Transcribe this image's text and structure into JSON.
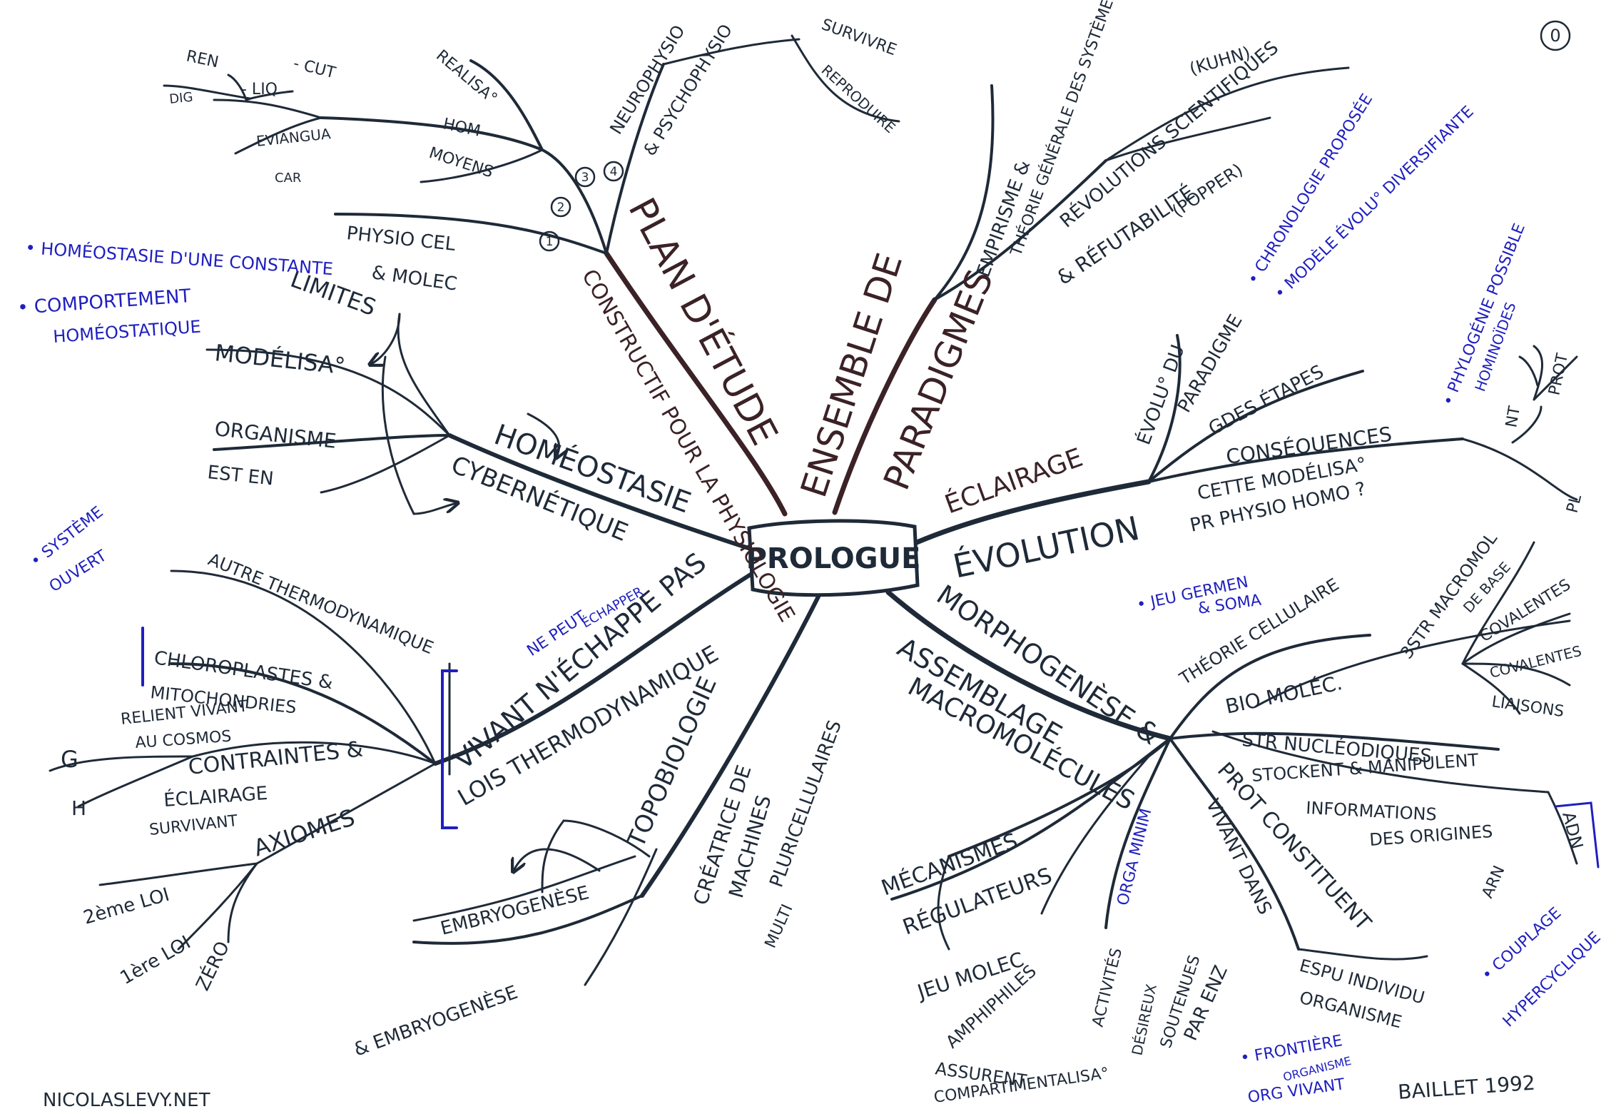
{
  "colors": {
    "ink": "#1f2a38",
    "brown": "#3b2226",
    "blue": "#1f1fbf"
  },
  "page_number": "0",
  "center": "PROLOGUE",
  "plan": {
    "title": "PLAN D'ÉTUDE",
    "subtitle": "CONSTRUCTIF POUR LA PHYSIOLOGIE",
    "markers": [
      "1",
      "2",
      "3",
      "4"
    ],
    "physio_cel": "PHYSIO CEL",
    "molec": "& MOLEC",
    "hom": "HOM",
    "moyens": "MOYENS",
    "eviangua": "EVIANGUA",
    "car": "CAR",
    "ren": "REN",
    "dig": "DIG",
    "liq": "- LIQ",
    "cut": "- CUT",
    "realisa": "REALISA°",
    "neurophysio": "NEUROPHYSIO",
    "psychophysio": "& PSYCHOPHYSIO",
    "survivre": "SURVIVRE",
    "reproduire": "REPRODUIRE"
  },
  "paradigmes": {
    "title_a": "ENSEMBLE DE",
    "title_b": "PARADIGMES",
    "empirisme": "EMPIRISME &",
    "theorie": "THÉORIE GÉNÉRALE DES SYSTÈMES",
    "kuhn": "(KUHN)",
    "revolutions": "RÉVOLUTIONS SCIENTIFIQUES",
    "refutabilite": "& RÉFUTABILITÉ",
    "popper": "(POPPER)"
  },
  "evolution": {
    "title": "ÉVOLUTION",
    "eclairage": "ÉCLAIRAGE",
    "evolution_du": "ÉVOLU° DU",
    "paradigme": "PARADIGME",
    "gdes_etapes": "GDES ÉTAPES",
    "consequences": "CONSÉQUENCES",
    "cette_modelisa": "CETTE MODÉLISA°",
    "pr_physio": "PR PHYSIO HOMO ?",
    "nt": "NT",
    "prot": "PROT",
    "pl": "PL"
  },
  "morpho": {
    "title_a": "MORPHOGENÈSE &",
    "title_b": "ASSEMBLAGE",
    "title_c": "MACROMOLÉCULES",
    "theorie_cellulaire": "THÉORIE CELLULAIRE",
    "bio_molec": "BIO MOLÉC.",
    "str_macromol": "3STR MACROMOL",
    "de_base": "DE BASE",
    "covalentes_1": "COVALENTES",
    "covalentes_2": "COVALENTES",
    "liaisons": "LIAISONS",
    "str_nucleo": "STR NUCLÉODIQUES",
    "stockent": "STOCKENT & MANIPULENT",
    "informations": "INFORMATIONS",
    "des_origines": "DES ORIGINES",
    "adn": "ADN",
    "arn": "ARN",
    "prot_constituent": "PROT CONSTITUENT",
    "vivant_dans": "VIVANT DANS",
    "espu_individu": "ESPU INDIVIDU",
    "organisme": "ORGANISME",
    "mecanismes": "MÉCANISMES",
    "regulateurs": "RÉGULATEURS",
    "jeu_molec": "JEU MOLEC",
    "amphiphiles": "AMPHIPHILES",
    "assurent": "ASSURENT",
    "compartiment": "COMPARTIMENTALISA°",
    "activites": "ACTIVITÉS",
    "orga_minim": "ORGA MINIM",
    "desireux": "DÉSIREUX",
    "soutenues": "SOUTENUES",
    "par_enz": "PAR ENZ"
  },
  "topobiologie": {
    "title": "TOPOBIOLOGIE",
    "creatrice": "CRÉATRICE DE",
    "machines": "MACHINES",
    "pluricellulaires": "PLURICELLULAIRES",
    "multi": "MULTI",
    "embryogenese": "EMBRYOGENÈSE",
    "et_embryogenese": "& EMBRYOGENÈSE"
  },
  "thermo": {
    "title_a": "VIVANT N'ÉCHAPPE PAS",
    "title_b": "LOIS THERMODYNAMIQUE",
    "autre": "AUTRE THERMODYNAMIQUE",
    "chloroplastes": "CHLOROPLASTES &",
    "mitochondries": "MITOCHONDRIES",
    "relient": "RELIENT VIVANT",
    "au_cosmos": "AU COSMOS",
    "contraintes": "CONTRAINTES &",
    "eclairage_survivant": "ÉCLAIRAGE",
    "survivant": "SURVIVANT",
    "axiomes": "AXIOMES",
    "g": "G",
    "h": "H",
    "loi_2": "2ème LOI",
    "loi_1": "1ère LOI",
    "zero": "ZÉRO"
  },
  "homeo": {
    "title": "HOMÉOSTASIE",
    "cybernetique": "CYBERNÉTIQUE",
    "limites": "LIMITES",
    "modelisa": "MODÉLISA°",
    "organisme": "ORGANISME",
    "est_en": "EST EN"
  },
  "notes": {
    "homeostasie_constante": "• HOMÉOSTASIE D'UNE CONSTANTE",
    "comportement_line1": "• COMPORTEMENT",
    "comportement_line2": "HOMÉOSTATIQUE",
    "systeme": "• SYSTÈME",
    "ouvert": "OUVERT",
    "ne_peut": "NE PEUT",
    "echapper": "ÉCHAPPER",
    "chronologie": "• CHRONOLOGIE PROPOSÉE",
    "modele": "• MODÈLE ÉVOLU° DIVERSIFIANTE",
    "phylogenie": "• PHYLOGÉNIE POSSIBLE",
    "hominoides": "HOMINOÏDES",
    "jeu_germen": "• JEU GERMEN",
    "soma": "& SOMA",
    "couplage": "• COUPLAGE",
    "hypercyclique": "HYPERCYCLIQUE",
    "frontiere": "• FRONTIÈRE",
    "orga_vivant_1": "ORGANISME",
    "orga_vivant_2": "ORG    VIVANT"
  },
  "footer": {
    "site": "NICOLASLEVY.NET",
    "author": "BAILLET 1992"
  }
}
